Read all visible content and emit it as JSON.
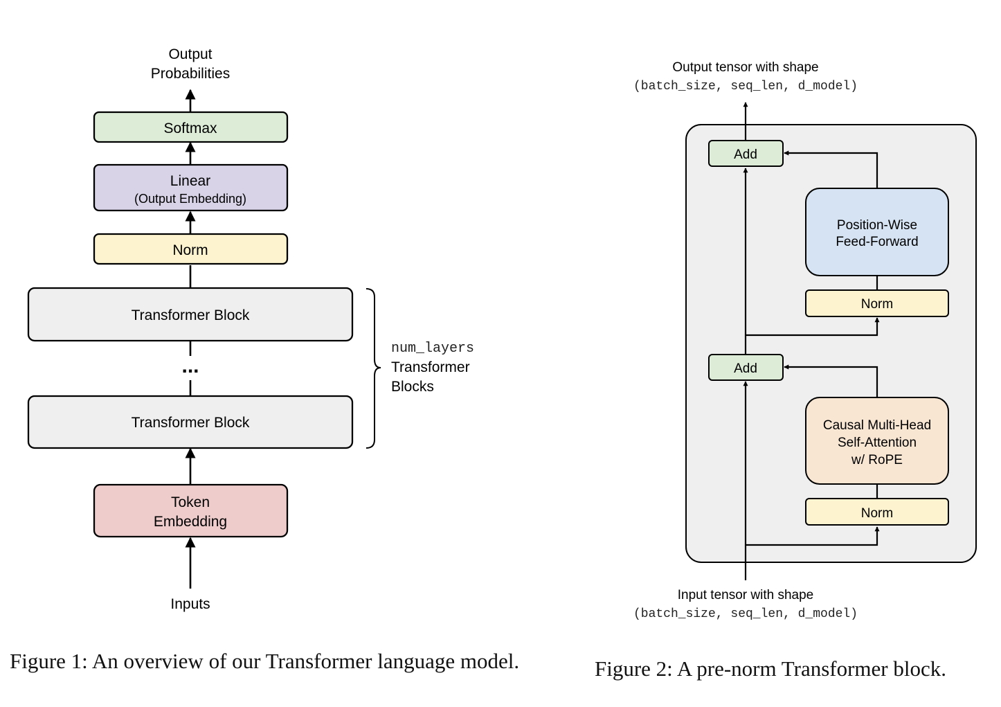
{
  "figure1": {
    "output_label": [
      "Output",
      "Probabilities"
    ],
    "softmax": {
      "label": "Softmax",
      "color": "#dcecd6"
    },
    "linear": {
      "label": "Linear",
      "sublabel": "(Output Embedding)",
      "color": "#d9d3e8"
    },
    "norm": {
      "label": "Norm",
      "color": "#fdf4cf"
    },
    "block_top": {
      "label": "Transformer Block",
      "color": "#efefef"
    },
    "ellipsis": "...",
    "block_bottom": {
      "label": "Transformer Block",
      "color": "#efefef"
    },
    "brace_mono": "num_layers",
    "brace_text": [
      "Transformer",
      "Blocks"
    ],
    "token_embedding": {
      "label": [
        "Token",
        "Embedding"
      ],
      "color": "#efcccc"
    },
    "inputs_label": "Inputs",
    "caption": "Figure 1: An overview of our Transformer language model."
  },
  "figure2": {
    "output_label": "Output tensor with shape",
    "output_shape": "(batch_size, seq_len, d_model)",
    "container_color": "#efefef",
    "add_top": {
      "label": "Add",
      "color": "#dcecd6"
    },
    "ffn": {
      "label": [
        "Position-Wise",
        "Feed-Forward"
      ],
      "color": "#d5e3f2"
    },
    "norm_top": {
      "label": "Norm",
      "color": "#fdf4cf"
    },
    "add_bottom": {
      "label": "Add",
      "color": "#dcecd6"
    },
    "attention": {
      "label": [
        "Causal Multi-Head",
        "Self-Attention",
        "w/ RoPE"
      ],
      "color": "#f8e6d3"
    },
    "norm_bottom": {
      "label": "Norm",
      "color": "#fdf4cf"
    },
    "input_label": "Input tensor with shape",
    "input_shape": "(batch_size, seq_len, d_model)",
    "caption": "Figure 2: A pre-norm Transformer block."
  }
}
